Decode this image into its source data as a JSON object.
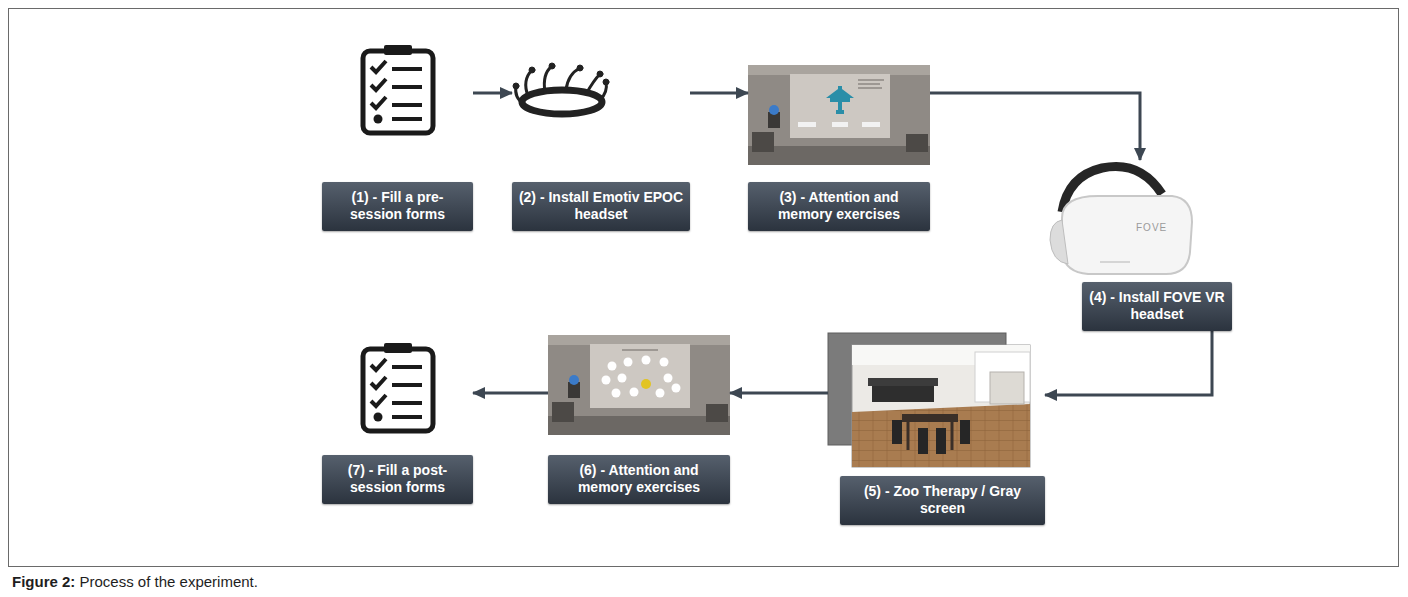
{
  "diagram": {
    "caption": "Figure 2: Process of the experiment.",
    "nodes": [
      {
        "text": [
          "(1) - Fill a pre-session forms"
        ]
      },
      {
        "text": [
          "(2) - Install Emotiv EPOC headset"
        ]
      },
      {
        "text": [
          "(3) - Attention and memory exercises"
        ]
      },
      {
        "text": [
          "(4) - Install FOVE VR headset"
        ]
      },
      {
        "text": [
          "(5) - Zoo Therapy / Gray screen"
        ]
      },
      {
        "text": [
          "(6) - Attention and memory exercises"
        ]
      },
      {
        "text": [
          "(7) - Fill a post-session forms"
        ]
      }
    ],
    "edges": [
      {
        "from": 0,
        "to": 1,
        "arrow": "to"
      },
      {
        "from": 1,
        "to": 2,
        "arrow": "to"
      },
      {
        "from": 2,
        "to": 3,
        "arrow": "to"
      },
      {
        "from": 3,
        "to": 4,
        "arrow": "to"
      },
      {
        "from": 4,
        "to": 5,
        "arrow": "to"
      },
      {
        "from": 5,
        "to": 6,
        "arrow": "to"
      }
    ],
    "labels": [
      "FOVE"
    ]
  }
}
